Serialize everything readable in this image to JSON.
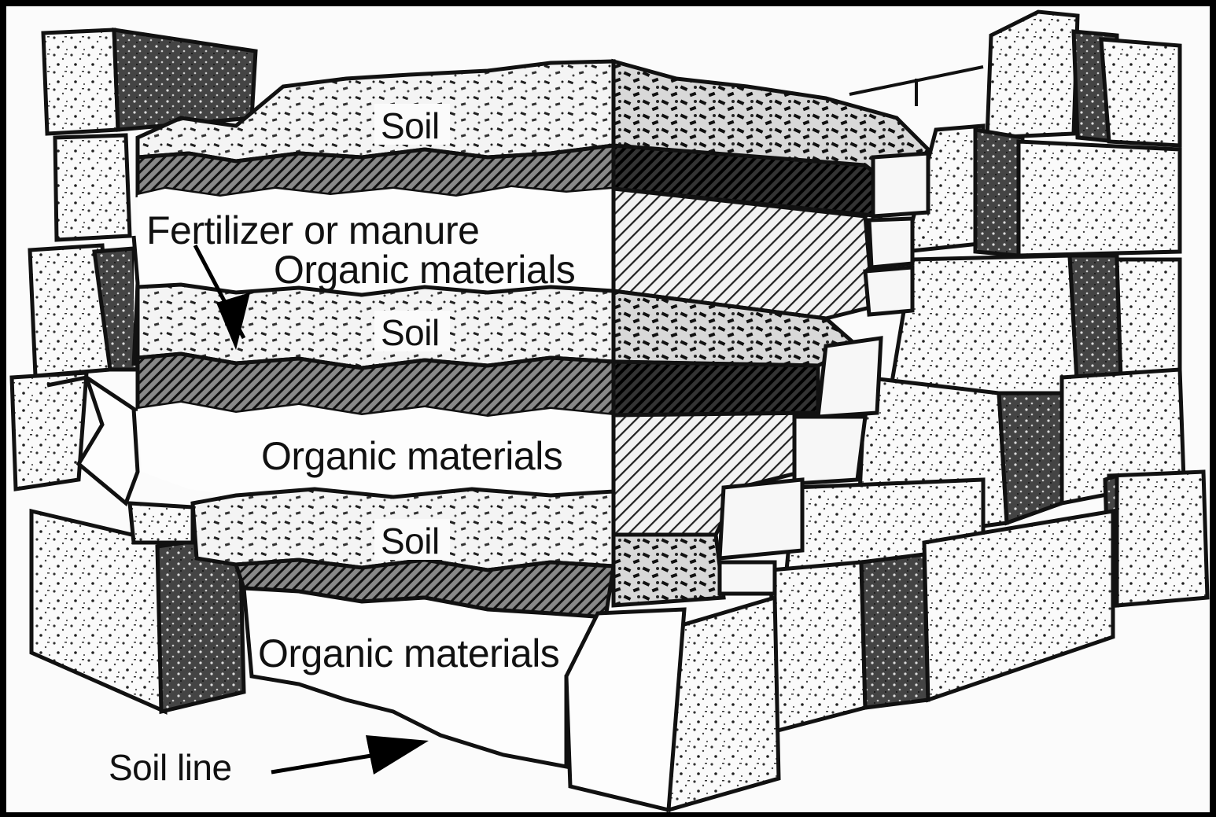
{
  "labels": {
    "soil_top": "Soil",
    "fertilizer": "Fertilizer or manure",
    "organic_top": "Organic materials",
    "soil_middle": "Soil",
    "organic_middle": "Organic materials",
    "soil_bottom": "Soil",
    "organic_bottom": "Organic materials",
    "soil_line": "Soil line"
  }
}
